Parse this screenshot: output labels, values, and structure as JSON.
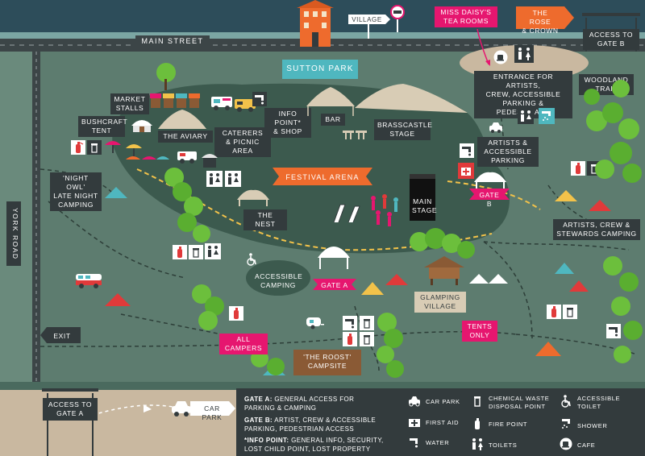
{
  "labels": {
    "main_street": "MAIN STREET",
    "york_road": "YORK ROAD",
    "village": "VILLAGE",
    "miss_daisys": "MISS DAISY'S\nTEA ROOMS",
    "rose_crown": "THE ROSE\n& CROWN",
    "access_gate_b": "ACCESS TO\nGATE B",
    "access_gate_a": "ACCESS TO\nGATE A",
    "sutton_park": "SUTTON PARK",
    "entrance": "ENTRANCE FOR ARTISTS,\nCREW, ACCESSIBLE\nPARKING & PEDESTRIANS",
    "woodland_trail": "WOODLAND\nTRAIL",
    "market_stalls": "MARKET\nSTALLS",
    "info_point": "INFO POINT*\n& SHOP",
    "bar": "BAR",
    "brasscastle": "BRASSCASTLE\nSTAGE",
    "bushcraft": "BUSHCRAFT\nTENT",
    "aviary": "THE AVIARY",
    "caterers": "CATERERS\n& PICNIC AREA",
    "artists_parking": "ARTISTS &\nACCESSIBLE\nPARKING",
    "night_owl": "'NIGHT OWL'\nLATE NIGHT\nCAMPING",
    "festival_arena": "FESTIVAL ARENA",
    "gate_b": "GATE B",
    "main_stage": "MAIN\nSTAGE",
    "the_nest": "THE NEST",
    "artists_camping": "ARTISTS, CREW &\nSTEWARDS CAMPING",
    "accessible_camping": "ACCESSIBLE\nCAMPING",
    "gate_a": "GATE A",
    "glamping": "GLAMPING\nVILLAGE",
    "exit": "EXIT",
    "tents_only": "TENTS\nONLY",
    "all_campers": "ALL\nCAMPERS",
    "the_roost": "'THE ROOST'\nCAMPSITE",
    "car_park": "CAR PARK"
  },
  "legend": {
    "gate_a_title": "GATE A:",
    "gate_a_text": " GENERAL ACCESS FOR\nPARKING & CAMPING",
    "gate_b_title": "GATE B:",
    "gate_b_text": " ARTIST, CREW & ACCESSIBLE\nPARKING, PEDESTRIAN ACCESS",
    "info_title": "*INFO POINT:",
    "info_text": " GENERAL INFO, SECURITY,\nLOST CHILD POINT, LOST PROPERTY",
    "items": {
      "car_park": "CAR PARK",
      "chemical_waste": "CHEMICAL WASTE\nDISPOSAL POINT",
      "accessible_toilet": "ACCESSIBLE\nTOILET",
      "first_aid": "FIRST AID",
      "fire_point": "FIRE POINT",
      "shower": "SHOWER",
      "water": "WATER",
      "toilets": "TOILETS",
      "cafe": "CAFE"
    }
  },
  "icons": [
    "car-icon",
    "bin-icon",
    "wheelchair-icon",
    "first-aid-icon",
    "fire-extinguisher-icon",
    "shower-icon",
    "water-tap-icon",
    "toilets-icon",
    "cafe-icon",
    "tree-icon",
    "tent-icon",
    "marquee-icon",
    "house-icon",
    "no-entry-sign-icon",
    "deckchair-icon",
    "campervan-icon",
    "caravan-icon",
    "stall-icon",
    "picnic-table-icon"
  ],
  "colors": {
    "grass": "#5d7c6f",
    "arena": "#3c5a4e",
    "road": "#3c4547",
    "sky": "#2d4d5a",
    "sand": "#c9b8a0",
    "label": "#333b3d",
    "pink": "#e6166f",
    "teal": "#4fb7bf",
    "orange": "#ee6b2d",
    "brown": "#8a5a35"
  }
}
